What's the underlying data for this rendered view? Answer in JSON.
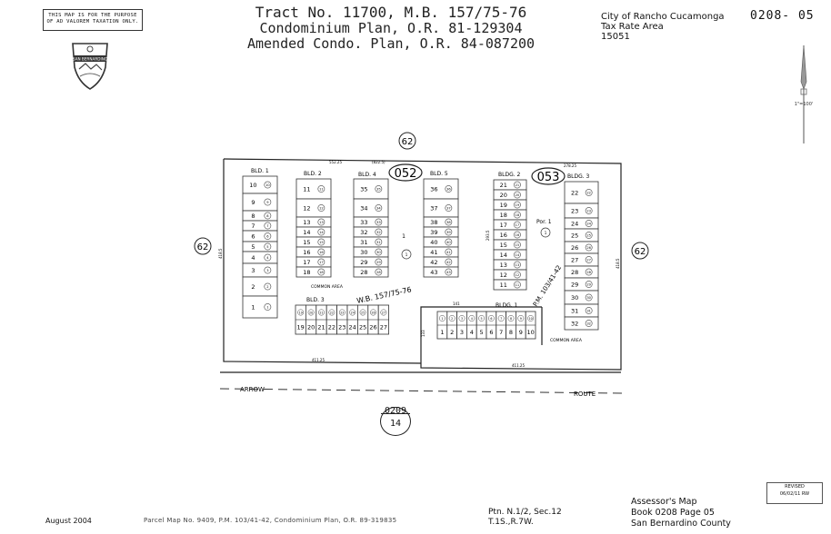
{
  "disclaimer": [
    "THIS MAP IS FOR THE PURPOSE",
    "OF AD VALOREM TAXATION ONLY."
  ],
  "seal": {
    "text": "SAN BERNARDINO"
  },
  "title": {
    "line1": "Tract No. 11700, M.B. 157/75-76",
    "line2": "Condominium Plan, O.R. 81-129304",
    "line3": "Amended Condo. Plan, O.R. 84-087200"
  },
  "header_right": {
    "city": "City of Rancho Cucamonga",
    "tax_area_label": "Tax Rate Area",
    "tax_area_value": "15051",
    "map_number": "0208- 05"
  },
  "scale_label": "1\"=100'",
  "map": {
    "parcel_62": "62",
    "book_052": "052",
    "book_053": "053",
    "west_title": "W.B. 157/75-76",
    "pm_note": "P.M. 103/41-42",
    "common_area": "COMMON AREA",
    "lot_1": "1",
    "por_1": "Por. 1",
    "dim_top_left": "552.25",
    "dim_top_mid": "(822.5)",
    "dim_top_right": "278.25",
    "dim_bottom_left": "411.25",
    "dim_bottom_right": "411.25",
    "dim_mid_bottom": "141",
    "dim_left": "418.5",
    "dim_right": "418.5",
    "dim_mid_right": "293.5",
    "dim_vertical_center": "133",
    "street_arrow": "ARROW",
    "street_route": "ROUTE",
    "map_ref_top": "0209",
    "map_ref_bottom": "14",
    "bld1": "BLD. 1",
    "bld2": "BLD. 2",
    "bld3": "BLD. 3",
    "bld4": "BLD. 4",
    "bld5": "BLD. 5",
    "bldg1": "BLDG. 1",
    "bldg2": "BLDG. 2",
    "bldg3": "BLDG. 3",
    "bld1_units": [
      "10",
      "9",
      "8",
      "7",
      "6",
      "5",
      "4",
      "3",
      "2",
      "1"
    ],
    "bld2_units": [
      "11",
      "12",
      "13",
      "14",
      "15",
      "16",
      "17",
      "18"
    ],
    "bld4_units": [
      "35",
      "34",
      "33",
      "32",
      "31",
      "30",
      "29",
      "28"
    ],
    "bld5_units": [
      "36",
      "37",
      "38",
      "39",
      "40",
      "41",
      "42",
      "43"
    ],
    "bld3_units": [
      "19",
      "20",
      "21",
      "22",
      "23",
      "24",
      "25",
      "26",
      "27"
    ],
    "bldg2_units": [
      "21",
      "20",
      "19",
      "18",
      "17",
      "16",
      "15",
      "14",
      "13",
      "12",
      "11"
    ],
    "bldg3_units": [
      "22",
      "23",
      "24",
      "25",
      "26",
      "27",
      "28",
      "29",
      "30",
      "31",
      "32"
    ],
    "bldg1_units": [
      "1",
      "2",
      "3",
      "4",
      "5",
      "6",
      "7",
      "8",
      "9",
      "10"
    ]
  },
  "footer": {
    "date": "August 2004",
    "parcel_map": "Parcel Map No. 9409, P.M. 103/41-42, Condominium Plan, O.R. 89-319835",
    "ptn": "Ptn. N.1/2, Sec.12",
    "township": "T.1S.,R.7W.",
    "assessor1": "Assessor's Map",
    "assessor2": "Book 0208 Page 05",
    "assessor3": "San Bernardino County",
    "revised_label": "REVISED",
    "revised_date": "06/02/11 RW"
  }
}
